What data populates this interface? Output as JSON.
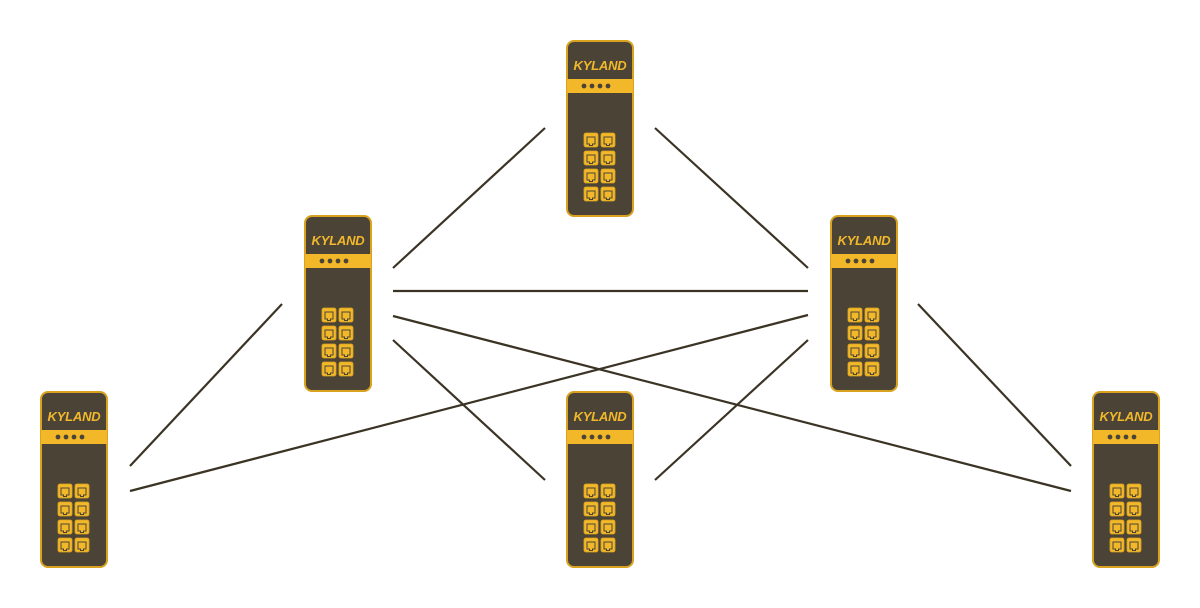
{
  "colors": {
    "body": "#4b4436",
    "accent": "#f2b82a",
    "outline": "#d9a21f",
    "link": "#3b3425",
    "background": "#ffffff"
  },
  "devices": [
    {
      "id": "switch-top-center",
      "brand": "KYLAND",
      "icon": "industrial-switch-icon",
      "ports": 8,
      "status_leds": 4
    },
    {
      "id": "switch-mid-left",
      "brand": "KYLAND",
      "icon": "industrial-switch-icon",
      "ports": 8,
      "status_leds": 4
    },
    {
      "id": "switch-mid-right",
      "brand": "KYLAND",
      "icon": "industrial-switch-icon",
      "ports": 8,
      "status_leds": 4
    },
    {
      "id": "switch-bottom-left",
      "brand": "KYLAND",
      "icon": "industrial-switch-icon",
      "ports": 8,
      "status_leds": 4
    },
    {
      "id": "switch-bottom-center",
      "brand": "KYLAND",
      "icon": "industrial-switch-icon",
      "ports": 8,
      "status_leds": 4
    },
    {
      "id": "switch-bottom-right",
      "brand": "KYLAND",
      "icon": "industrial-switch-icon",
      "ports": 8,
      "status_leds": 4
    }
  ],
  "links": [
    {
      "from": "switch-mid-left",
      "to": "switch-top-center"
    },
    {
      "from": "switch-top-center",
      "to": "switch-mid-right"
    },
    {
      "from": "switch-mid-left",
      "to": "switch-mid-right"
    },
    {
      "from": "switch-mid-left",
      "to": "switch-bottom-left"
    },
    {
      "from": "switch-mid-left",
      "to": "switch-bottom-center"
    },
    {
      "from": "switch-mid-left",
      "to": "switch-bottom-right"
    },
    {
      "from": "switch-mid-right",
      "to": "switch-bottom-left"
    },
    {
      "from": "switch-mid-right",
      "to": "switch-bottom-center"
    },
    {
      "from": "switch-mid-right",
      "to": "switch-bottom-right"
    }
  ]
}
